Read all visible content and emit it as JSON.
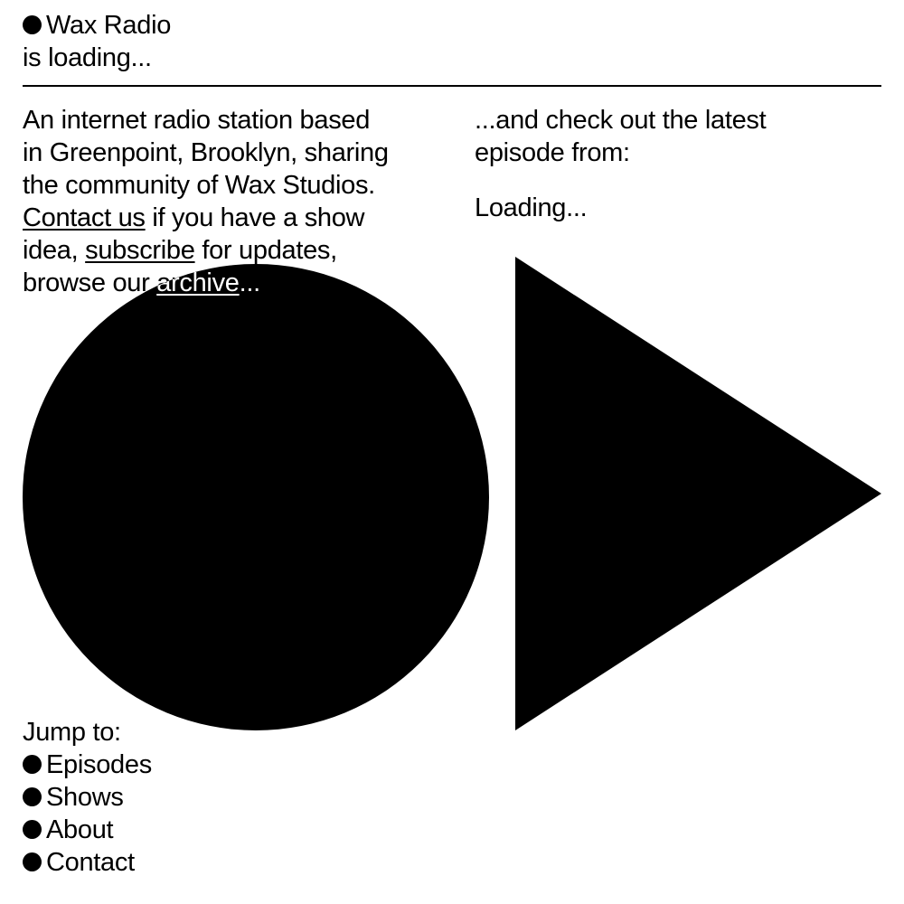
{
  "header": {
    "title": "Wax Radio",
    "status": "is loading..."
  },
  "intro": {
    "line1": "An internet radio station based",
    "line2": "in Greenpoint, Brooklyn, sharing",
    "line3": "the community of Wax Studios.",
    "contact_link": "Contact us",
    "after_contact": " if you have a show",
    "before_subscribe": "idea, ",
    "subscribe_link": "subscribe",
    "after_subscribe": " for updates,",
    "before_archive": "browse our ",
    "archive_link": "archive",
    "after_archive": "..."
  },
  "latest": {
    "line1": "...and check out the latest",
    "line2": "episode from:",
    "loading": "Loading..."
  },
  "jump": {
    "label": "Jump to:",
    "items": [
      "Episodes",
      "Shows",
      "About",
      "Contact"
    ]
  },
  "colors": {
    "foreground": "#000000",
    "background": "#ffffff"
  },
  "icons": {
    "bullet": "filled-circle-bullet",
    "record": "filled-circle-disc",
    "play": "play-triangle-icon"
  }
}
